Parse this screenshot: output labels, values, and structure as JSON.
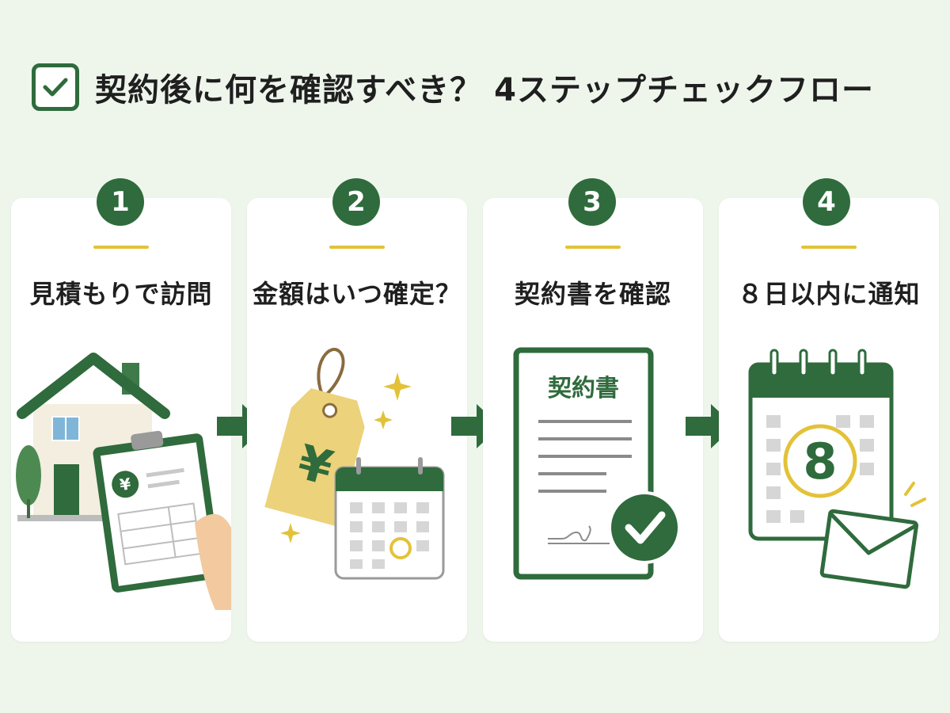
{
  "header": {
    "title": "契約後に何を確認すべき？ 4ステップチェックフロー",
    "icon": "checkbox-icon"
  },
  "colors": {
    "primary_green": "#2f6b3c",
    "accent_yellow": "#e3c239",
    "tag_yellow": "#ecd27a",
    "background": "#eef6ec",
    "card": "#ffffff"
  },
  "steps": [
    {
      "number": "1",
      "label": "見積もりで訪問",
      "icon": "house-clipboard-icon",
      "clipboard_symbol": "¥"
    },
    {
      "number": "2",
      "label": "金額はいつ確定？",
      "icon": "price-tag-calendar-icon",
      "tag_symbol": "¥"
    },
    {
      "number": "3",
      "label": "契約書を確認",
      "icon": "contract-document-check-icon",
      "document_title": "契約書"
    },
    {
      "number": "4",
      "label": "８日以内に通知",
      "icon": "calendar-envelope-icon",
      "calendar_day": "8"
    }
  ]
}
